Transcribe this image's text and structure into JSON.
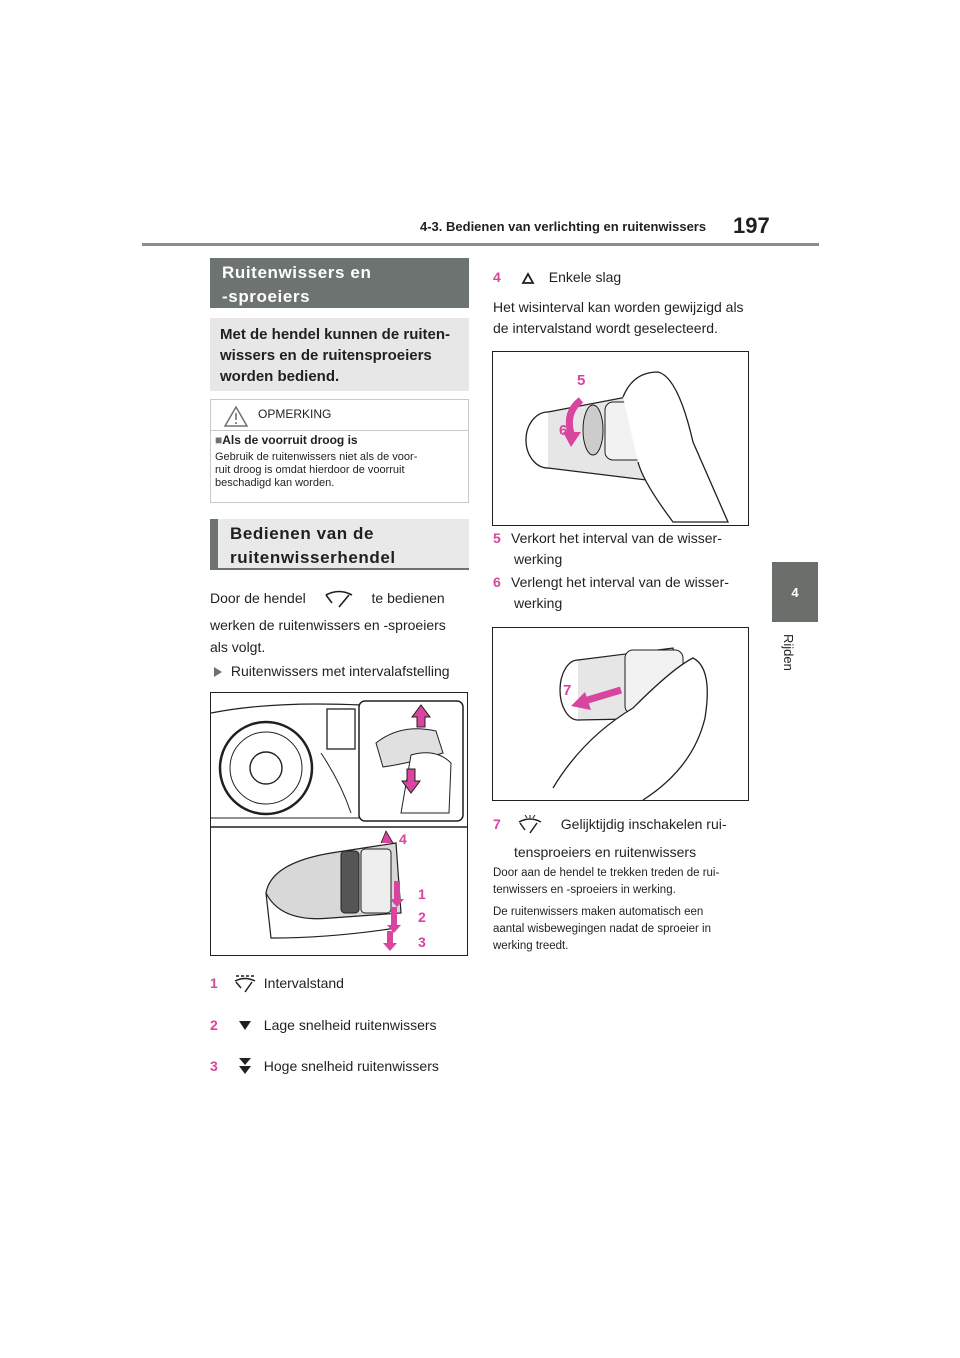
{
  "header": {
    "section": "4-3. Bedienen van verlichting en ruitenwissers",
    "page_number": "197"
  },
  "side_tab": {
    "number": "4",
    "label": "Rijden"
  },
  "heading1": {
    "line1": "Ruitenwissers en",
    "line2": "-sproeiers"
  },
  "intro": {
    "line1": "Met de hendel kunnen de ruiten-",
    "line2": "wissers en de ruitensproeiers",
    "line3": "worden bediend."
  },
  "note": {
    "title": "OPMERKING",
    "heading": "Als de voorruit droog is",
    "line1": "Gebruik de ruitenwissers niet als de voor-",
    "line2": "ruit droog is omdat hierdoor de voorruit",
    "line3": "beschadigd kan worden."
  },
  "heading2": {
    "line1": "Bedienen van de",
    "line2": "ruitenwisserhendel"
  },
  "operate": {
    "before": "Door de hendel",
    "after": "te bedienen",
    "line2": "werken de ruitenwissers en -sproeiers",
    "line3": "als volgt.",
    "bullet": "Ruitenwissers met intervalafstelling"
  },
  "fig1_callouts": [
    "4",
    "1",
    "2",
    "3"
  ],
  "items_left": [
    {
      "num": "1",
      "icon": "intermittent-wiper-icon",
      "text": "Intervalstand"
    },
    {
      "num": "2",
      "icon": "low-speed-icon",
      "text": "Lage snelheid ruitenwissers"
    },
    {
      "num": "3",
      "icon": "high-speed-icon",
      "text": "Hoge snelheid ruitenwissers"
    }
  ],
  "item4": {
    "num": "4",
    "icon": "single-wipe-icon",
    "text": "Enkele slag"
  },
  "interval_note": {
    "line1": "Het wisinterval kan worden gewijzigd als",
    "line2": "de intervalstand wordt geselecteerd."
  },
  "fig2_callouts": [
    "5",
    "6"
  ],
  "item5": {
    "num": "5",
    "line1": "Verkort het interval van de wisser-",
    "line2": "werking"
  },
  "item6": {
    "num": "6",
    "line1": "Verlengt het interval van de wisser-",
    "line2": "werking"
  },
  "fig3_callouts": [
    "7"
  ],
  "item7": {
    "num": "7",
    "icon": "washer-icon",
    "line1": "Gelijktijdig inschakelen rui-",
    "line2": "tensproeiers en ruitenwissers"
  },
  "washer_note": {
    "line1": "Door aan de hendel te trekken treden de rui-",
    "line2": "tenwissers en -sproeiers in werking.",
    "line3": "De ruitenwissers maken automatisch een",
    "line4": "aantal wisbewegingen nadat de sproeier in",
    "line5": "werking treedt."
  },
  "colors": {
    "accent": "#d9449e",
    "heading_bg": "#6d7370",
    "box_bg": "#e6e7e6"
  }
}
